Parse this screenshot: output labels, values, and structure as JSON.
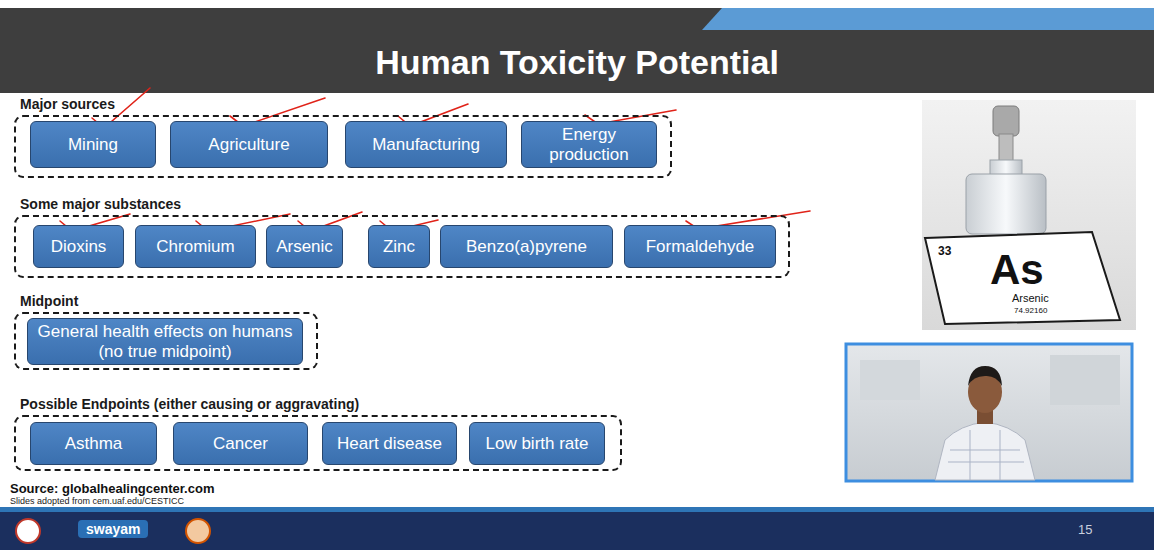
{
  "diagram": {
    "title": "Human Toxicity Potential",
    "nodes": [
      {
        "text": [
          "Major sources"
        ]
      },
      {
        "text": [
          "Mining"
        ],
        "in": 0
      },
      {
        "text": [
          "Agriculture"
        ],
        "in": 0
      },
      {
        "text": [
          "Manufacturing"
        ],
        "in": 0
      },
      {
        "text": [
          "Energy production"
        ],
        "in": 0
      },
      {
        "text": [
          "Some major substances"
        ]
      },
      {
        "text": [
          "Dioxins"
        ],
        "in": 5
      },
      {
        "text": [
          "Chromium"
        ],
        "in": 5
      },
      {
        "text": [
          "Arsenic"
        ],
        "in": 5
      },
      {
        "text": [
          "Zinc"
        ],
        "in": 5
      },
      {
        "text": [
          "Benzo(a)pyrene"
        ],
        "in": 5
      },
      {
        "text": [
          "Formaldehyde"
        ],
        "in": 5
      },
      {
        "text": [
          "Midpoint"
        ]
      },
      {
        "text": [
          "General health effects on humans (no true midpoint)"
        ],
        "in": 12
      },
      {
        "text": [
          "Possible Endpoints (either causing or aggravating)"
        ]
      },
      {
        "text": [
          "Asthma"
        ],
        "in": 14
      },
      {
        "text": [
          "Cancer"
        ],
        "in": 14
      },
      {
        "text": [
          "Heart disease"
        ],
        "in": 14
      },
      {
        "text": [
          "Low birth rate"
        ],
        "in": 14
      }
    ],
    "labels": [
      "Source: globalhealingcenter.com",
      "Slides adopted from cem.uaf.edu/CESTICC",
      "33",
      "As",
      "Arsenic",
      "74.92160",
      "swayam",
      "15"
    ]
  }
}
